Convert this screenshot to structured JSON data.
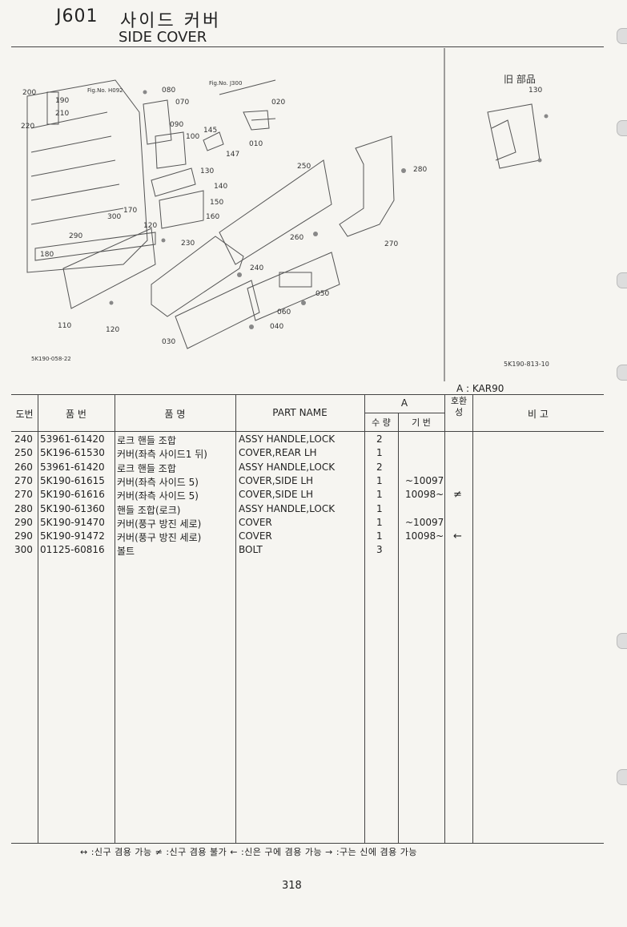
{
  "header": {
    "code": "J601",
    "title_ko": "사이드 커버",
    "title_en": "SIDE COVER"
  },
  "diagram": {
    "left_code": "5K190-058-22",
    "right_code": "5K190-813-10",
    "old_parts_label": "旧 部品",
    "fig_ref_1": "Fig.No. H092",
    "fig_ref_2": "Fig.No. J300",
    "callouts": [
      "200",
      "190",
      "210",
      "220",
      "080",
      "070",
      "020",
      "090",
      "100",
      "145",
      "147",
      "010",
      "130",
      "140",
      "150",
      "160",
      "120",
      "170",
      "290",
      "300",
      "180",
      "110",
      "120",
      "230",
      "250",
      "280",
      "260",
      "270",
      "240",
      "050",
      "060",
      "040",
      "030",
      "130"
    ]
  },
  "model_label": "A : KAR90",
  "table": {
    "headers": {
      "no": "도번",
      "part_no": "품 번",
      "name_ko": "품 명",
      "part_name": "PART NAME",
      "group_a": "A",
      "qty": "수 량",
      "serial": "기 번",
      "compat": "호환성",
      "remarks": "비 고"
    },
    "rows": [
      {
        "no": "240",
        "part_no": "53961-61420",
        "name_ko": "로크 핸들 조합",
        "part_name": "ASSY HANDLE,LOCK",
        "qty": "2",
        "serial": "",
        "compat": ""
      },
      {
        "no": "250",
        "part_no": "5K196-61530",
        "name_ko": "커버(좌측 사이드1 뒤)",
        "part_name": "COVER,REAR LH",
        "qty": "1",
        "serial": "",
        "compat": ""
      },
      {
        "no": "260",
        "part_no": "53961-61420",
        "name_ko": "로크 핸들 조합",
        "part_name": "ASSY HANDLE,LOCK",
        "qty": "2",
        "serial": "",
        "compat": ""
      },
      {
        "no": "270",
        "part_no": "5K190-61615",
        "name_ko": "커버(좌측 사이드 5)",
        "part_name": "COVER,SIDE LH",
        "qty": "1",
        "serial": "~10097",
        "compat": ""
      },
      {
        "no": "270",
        "part_no": "5K190-61616",
        "name_ko": "커버(좌측 사이드 5)",
        "part_name": "COVER,SIDE LH",
        "qty": "1",
        "serial": "10098~",
        "compat": "≠"
      },
      {
        "no": "280",
        "part_no": "5K190-61360",
        "name_ko": "핸들 조합(로크)",
        "part_name": "ASSY HANDLE,LOCK",
        "qty": "1",
        "serial": "",
        "compat": ""
      },
      {
        "no": "290",
        "part_no": "5K190-91470",
        "name_ko": "커버(풍구 방진 세로)",
        "part_name": "COVER",
        "qty": "1",
        "serial": "~10097",
        "compat": ""
      },
      {
        "no": "290",
        "part_no": "5K190-91472",
        "name_ko": "커버(풍구 방진 세로)",
        "part_name": "COVER",
        "qty": "1",
        "serial": "10098~",
        "compat": "←"
      },
      {
        "no": "300",
        "part_no": "01125-60816",
        "name_ko": "볼트",
        "part_name": "BOLT",
        "qty": "3",
        "serial": "",
        "compat": ""
      }
    ]
  },
  "legend": "↔ :신구 겸용 가능    ≠ :신구 겸용 불가    ← :신은 구에 겸용 가능    → :구는 신에 겸용 가능",
  "page_number": "318"
}
